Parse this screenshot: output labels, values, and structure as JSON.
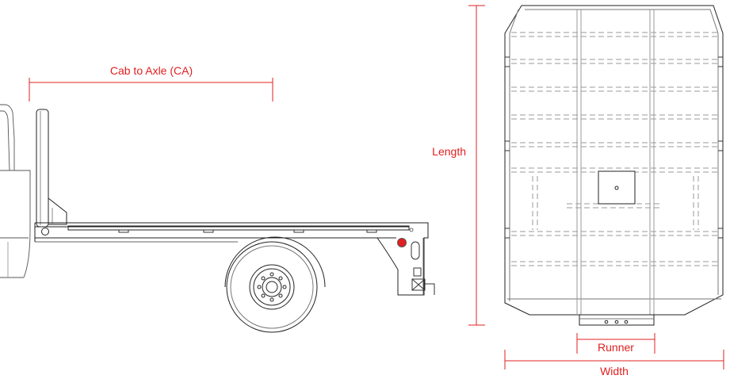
{
  "labels": {
    "cab_to_axle": "Cab to Axle (CA)",
    "length": "Length",
    "runner": "Runner",
    "width": "Width"
  },
  "colors": {
    "dimension": "#e02020",
    "line": "#222222",
    "dash": "#9a9a9a",
    "background": "#ffffff"
  }
}
